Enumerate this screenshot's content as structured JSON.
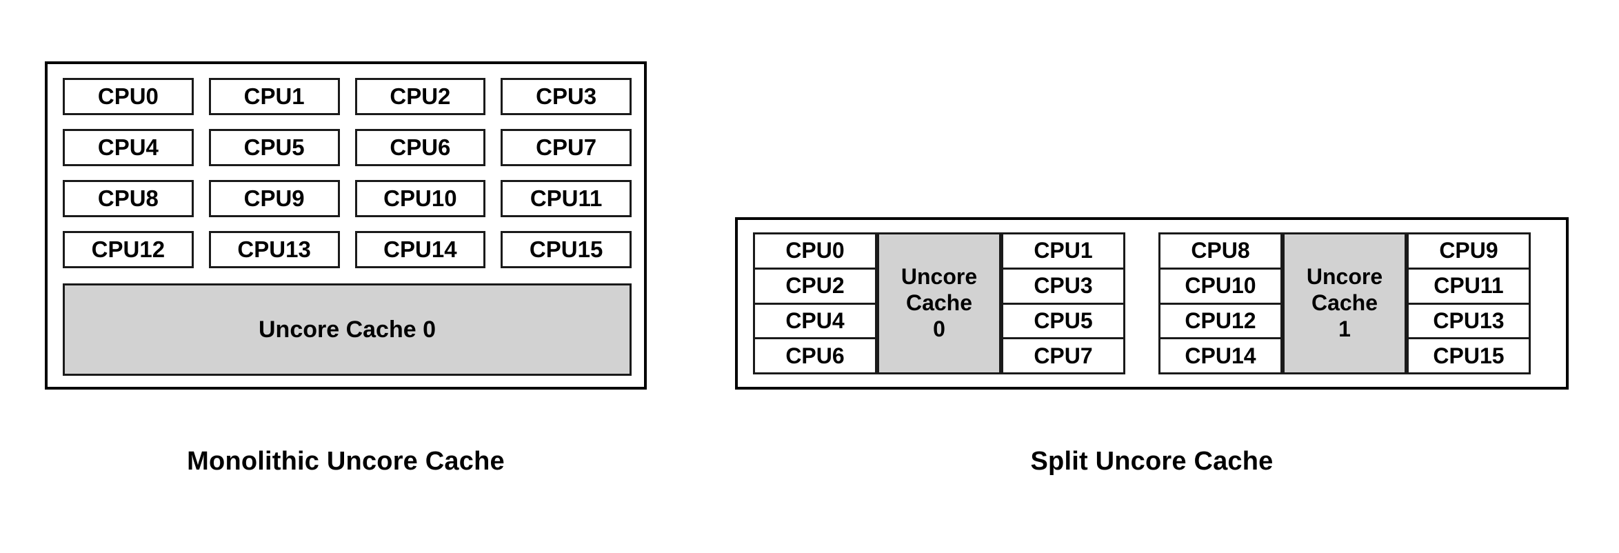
{
  "figures": {
    "monolithic": {
      "caption": "Monolithic Uncore Cache",
      "cpus": [
        "CPU0",
        "CPU1",
        "CPU2",
        "CPU3",
        "CPU4",
        "CPU5",
        "CPU6",
        "CPU7",
        "CPU8",
        "CPU9",
        "CPU10",
        "CPU11",
        "CPU12",
        "CPU13",
        "CPU14",
        "CPU15"
      ],
      "cache_label": "Uncore Cache 0"
    },
    "split": {
      "caption": "Split Uncore Cache",
      "groups": [
        {
          "left_cpus": [
            "CPU0",
            "CPU2",
            "CPU4",
            "CPU6"
          ],
          "cache_lines": [
            "Uncore",
            "Cache",
            "0"
          ],
          "right_cpus": [
            "CPU1",
            "CPU3",
            "CPU5",
            "CPU7"
          ]
        },
        {
          "left_cpus": [
            "CPU8",
            "CPU10",
            "CPU12",
            "CPU14"
          ],
          "cache_lines": [
            "Uncore",
            "Cache",
            "1"
          ],
          "right_cpus": [
            "CPU9",
            "CPU11",
            "CPU13",
            "CPU15"
          ]
        }
      ]
    }
  },
  "colors": {
    "cache_fill": "#d2d2d2",
    "border": "#1a1a1a",
    "outer_border": "#000000",
    "background": "#ffffff",
    "text": "#000000"
  }
}
